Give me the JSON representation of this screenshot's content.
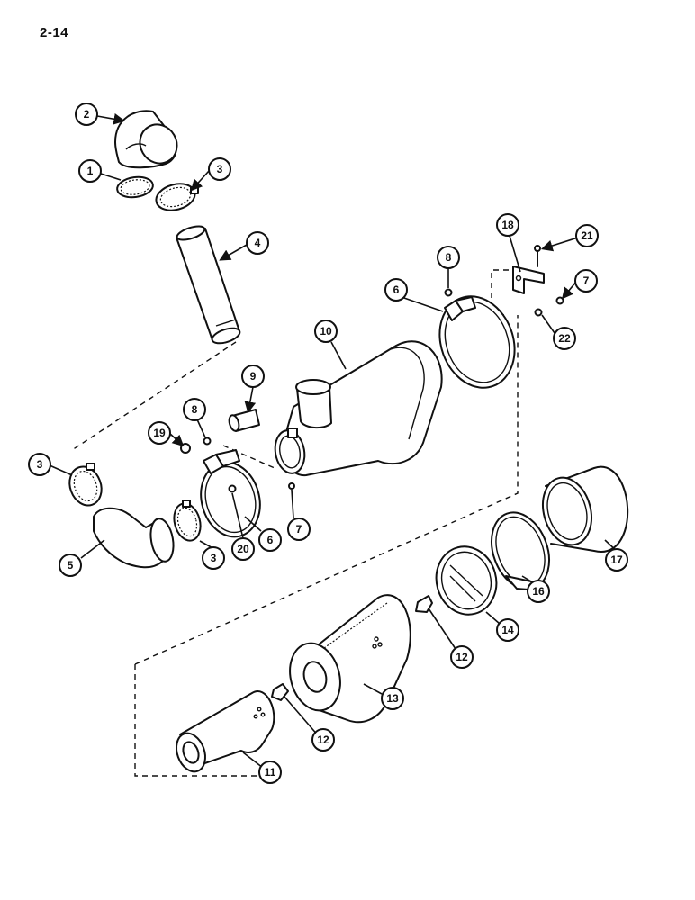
{
  "page_number": "2-14",
  "callouts": {
    "c1": "1",
    "c2": "2",
    "c3a": "3",
    "c3b": "3",
    "c3c": "3",
    "c4": "4",
    "c5": "5",
    "c6a": "6",
    "c6b": "6",
    "c7a": "7",
    "c7b": "7",
    "c8a": "8",
    "c8b": "8",
    "c9": "9",
    "c10": "10",
    "c11": "11",
    "c12a": "12",
    "c12b": "12",
    "c13": "13",
    "c14": "14",
    "c16": "16",
    "c17": "17",
    "c18": "18",
    "c19": "19",
    "c20": "20",
    "c21": "21",
    "c22": "22"
  }
}
